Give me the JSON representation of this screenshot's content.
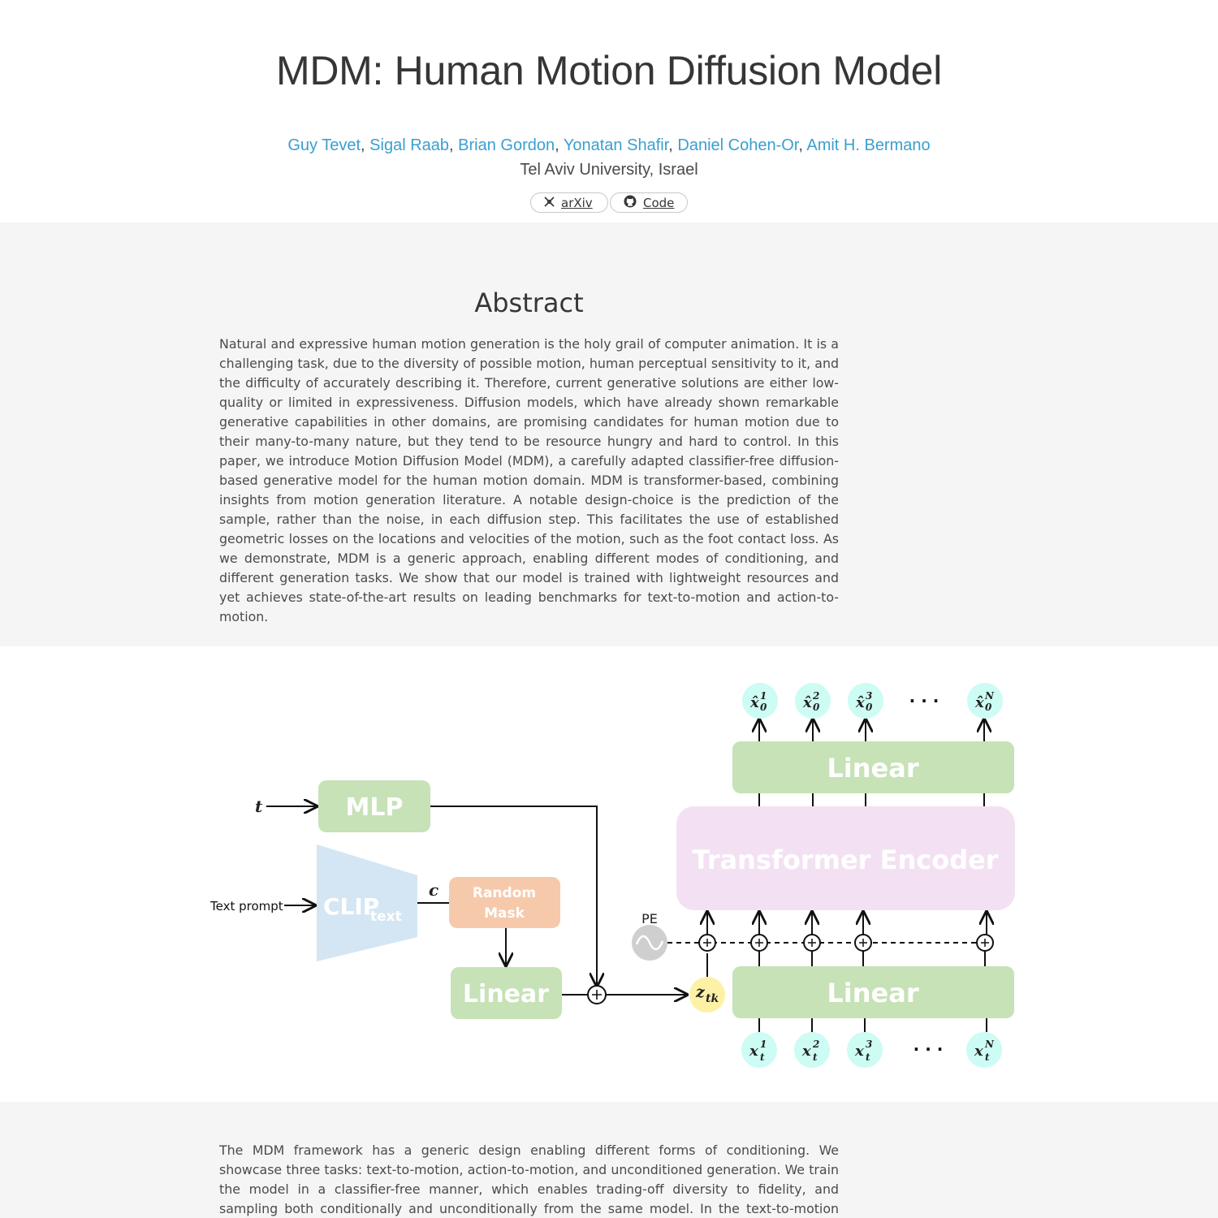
{
  "header": {
    "title": "MDM: Human Motion Diffusion Model",
    "authors": [
      {
        "name": "Guy Tevet"
      },
      {
        "name": "Sigal Raab"
      },
      {
        "name": "Brian Gordon"
      },
      {
        "name": "Yonatan Shafir"
      },
      {
        "name": "Daniel Cohen-Or"
      },
      {
        "name": "Amit H. Bermano"
      }
    ],
    "separator": ",",
    "affiliation": "Tel Aviv University, Israel",
    "links": {
      "arxiv": {
        "label": "arXiv",
        "icon": "arxiv-icon"
      },
      "code": {
        "label": "Code",
        "icon": "github-icon"
      }
    }
  },
  "abstract": {
    "heading": "Abstract",
    "text": "Natural and expressive human motion generation is the holy grail of computer animation. It is a challenging task, due to the diversity of possible motion, human perceptual sensitivity to it, and the difficulty of accurately describing it. Therefore, current generative solutions are either low-quality or limited in expressiveness. Diffusion models, which have already shown remarkable generative capabilities in other domains, are promising candidates for human motion due to their many-to-many nature, but they tend to be resource hungry and hard to control. In this paper, we introduce Motion Diffusion Model (MDM), a carefully adapted classifier-free diffusion-based generative model for the human motion domain. MDM is transformer-based, combining insights from motion generation literature. A notable design-choice is the prediction of the sample, rather than the noise, in each diffusion step. This facilitates the use of established geometric losses on the locations and velocities of the motion, such as the foot contact loss. As we demonstrate, MDM is a generic approach, enabling different modes of conditioning, and different generation tasks. We show that our model is trained with lightweight resources and yet achieves state-of-the-art results on leading benchmarks for text-to-motion and action-to-motion."
  },
  "figure": {
    "t_label": "t",
    "mlp_label": "MLP",
    "text_prompt_label": "Text prompt",
    "clip_label": "CLIP",
    "clip_sub": "text",
    "c_label": "c",
    "random_mask_line1": "Random",
    "random_mask_line2": "Mask",
    "linear_label": "Linear",
    "pe_label": "PE",
    "transformer_label": "Transformer Encoder",
    "z_label": "z",
    "z_sub": "tk",
    "output_base": "x̂",
    "input_base": "x",
    "output_sub": "0",
    "input_sub": "t",
    "sup": [
      "1",
      "2",
      "3",
      "N"
    ],
    "ellipsis": "· · ·",
    "colors": {
      "green": "#c6e2b6",
      "pink": "#f3e1f3",
      "orange": "#f7c9ab",
      "blue": "#d4e6f4",
      "cyan": "#ccfcf4",
      "yellow": "#fdf1a5",
      "pe_gray": "#cfcfcf"
    }
  },
  "description": {
    "text": "The MDM framework has a generic design enabling different forms of conditioning. We showcase three tasks: text-to-motion, action-to-motion, and unconditioned generation. We train the model in a classifier-free manner, which enables trading-off diversity to fidelity, and sampling both conditionally and unconditionally from the same model. In the text-to-motion task, our model generates coherent"
  }
}
